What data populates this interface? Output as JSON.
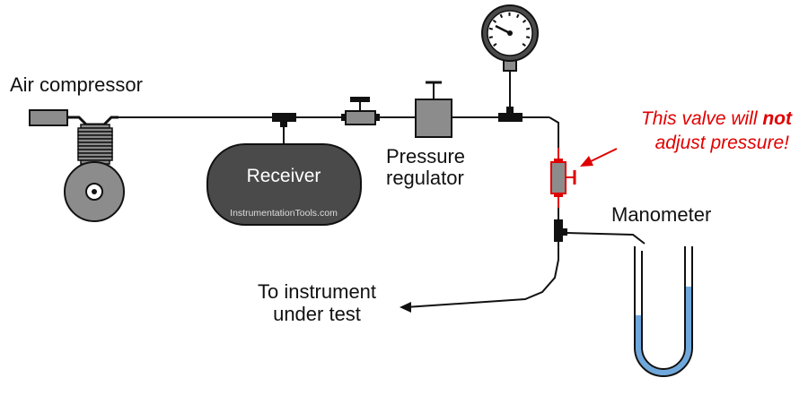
{
  "labels": {
    "air_compressor": "Air compressor",
    "receiver": "Receiver",
    "watermark": "InstrumentationTools.com",
    "regulator_line1": "Pressure",
    "regulator_line2": "regulator",
    "valve_note_line1_a": "This valve will ",
    "valve_note_line1_b": "not",
    "valve_note_line2": "adjust pressure!",
    "manometer": "Manometer",
    "instrument_line1": "To instrument",
    "instrument_line2": "under test"
  },
  "colors": {
    "line": "#111111",
    "component_gray": "#8c8c8c",
    "receiver_fill": "#4a4a4a",
    "note_red": "#e00000",
    "manometer_fluid": "#6fa8dc"
  }
}
